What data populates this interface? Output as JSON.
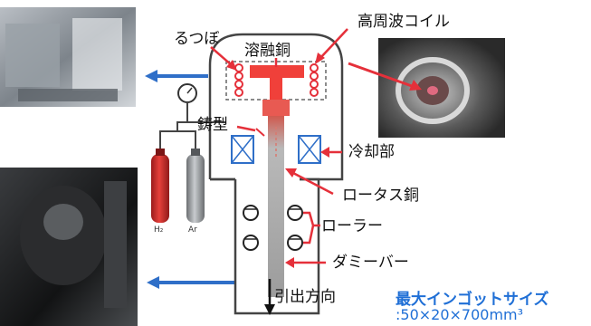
{
  "labels": {
    "crucible": "るつぼ",
    "molten_copper": "溶融銅",
    "hf_coil": "高周波コイル",
    "mold": "鋳型",
    "cooling": "冷却部",
    "lotus_copper": "ロータス銅",
    "roller": "ローラー",
    "dummy_bar": "ダミーバー",
    "pull_direction": "引出方向",
    "gas_h2": "H₂",
    "gas_ar": "Ar"
  },
  "spec": {
    "title": "最大インゴットサイズ",
    "value": ":50×20×700mm³"
  },
  "colors": {
    "arrow_red": "#e5303a",
    "arrow_blue": "#2f6fc8",
    "copper_red": "#f0403a",
    "text_blue": "#1f6fd6"
  },
  "icons": [
    "pressure-gauge-icon",
    "gas-cylinder-icon",
    "coil-icon",
    "roller-icon",
    "down-arrow-icon"
  ]
}
